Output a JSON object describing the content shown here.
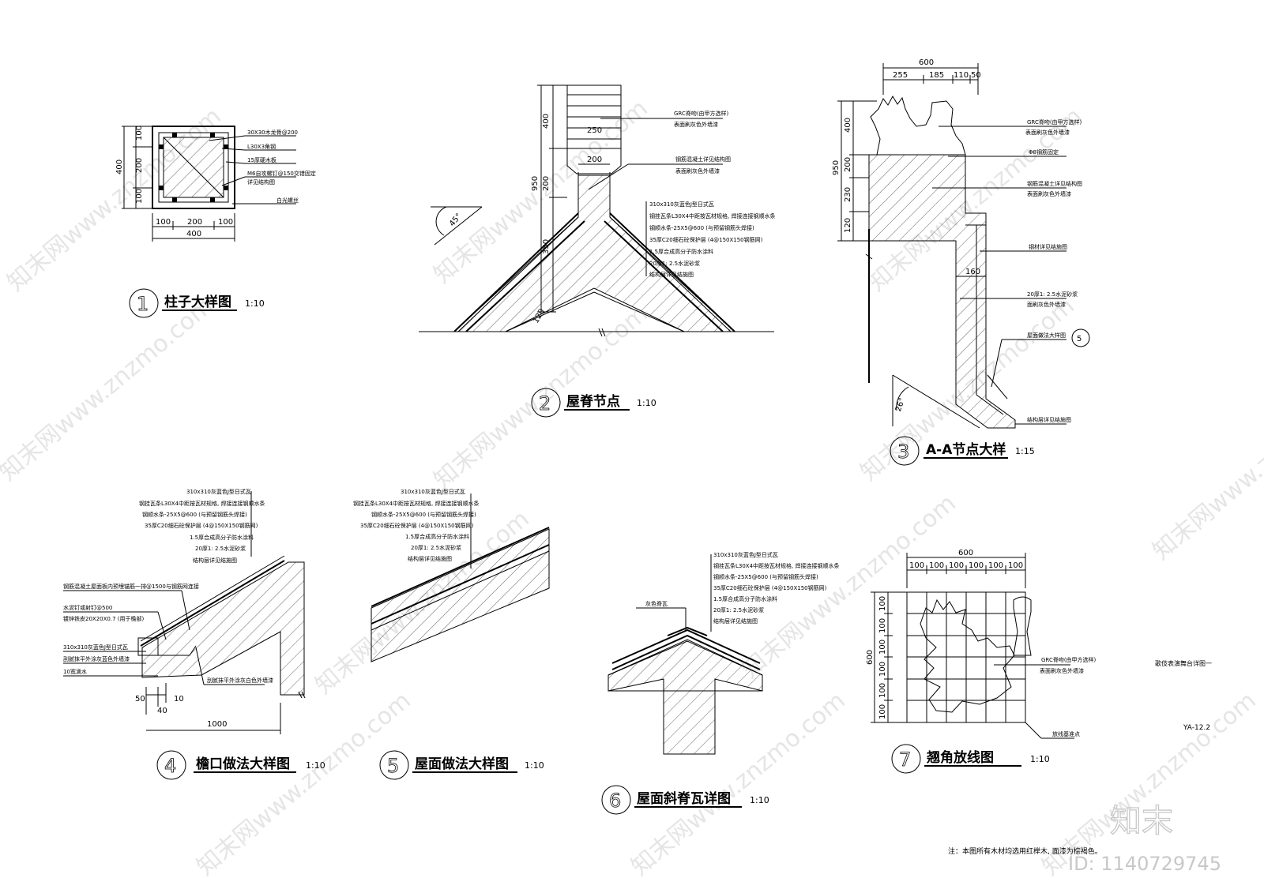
{
  "watermark": {
    "text": "知末网www.znzmo.com",
    "brand": "知末",
    "id": "ID: 1140729745"
  },
  "details": [
    {
      "num": "1",
      "title": "柱子大样图",
      "scale": "1:10"
    },
    {
      "num": "2",
      "title": "屋脊节点",
      "scale": "1:10"
    },
    {
      "num": "3",
      "title": "A-A节点大样",
      "scale": "1:15"
    },
    {
      "num": "4",
      "title": "檐口做法大样图",
      "scale": "1:10"
    },
    {
      "num": "5",
      "title": "屋面做法大样图",
      "scale": "1:10"
    },
    {
      "num": "6",
      "title": "屋面斜脊瓦详图",
      "scale": "1:10"
    },
    {
      "num": "7",
      "title": "翘角放线图",
      "scale": "1:10"
    }
  ],
  "d1": {
    "dims_v": [
      "100",
      "200",
      "100"
    ],
    "dims_h": [
      "100",
      "200",
      "100"
    ],
    "total_v": "400",
    "total_h": "400",
    "notes": [
      "30X30木龙骨@200",
      "L30X3角钢",
      "15厚硬木板",
      "M6自攻螺钉@150交错固定",
      "详见结构图",
      "白光螺丝"
    ]
  },
  "d2": {
    "dims_v": [
      "400",
      "200",
      "350"
    ],
    "total_v": "950",
    "dim_250": "250",
    "dim_200": "200",
    "dim_120": "120",
    "angle": "45°",
    "notes_top": [
      "GRC脊吻(由甲方选样)",
      "表面刷灰色外墙漆"
    ],
    "notes_mid": [
      "钢筋混凝土详见结构图",
      "表面刷灰色外墙漆"
    ],
    "layers": [
      "310x310灰蓝色J型日式瓦",
      "钢挂瓦条L30X4中距按瓦材规格, 焊接连接钢顺水条",
      "钢顺水条-25X5@600 (与预留钢筋头焊接)",
      "35厚C20细石砼保护层 (4@150X150钢筋网)",
      "1.5厚合成高分子防水涂料",
      "20厚1: 2.5水泥砂浆",
      "结构层详见结施图"
    ]
  },
  "d3": {
    "dim_top": "600",
    "dims_h": [
      "255",
      "185",
      "110",
      "50"
    ],
    "dims_v": [
      "400",
      "200",
      "230",
      "120"
    ],
    "total_v": "950",
    "dim_160": "160",
    "angle": "26°",
    "notes": [
      "GRC脊吻(由甲方选样)",
      "表面刷灰色外墙漆",
      "Φ8钢筋固定",
      "钢筋混凝土详见结构图",
      "表面刷灰色外墙漆",
      "钢材详见结施图",
      "20厚1: 2.5水泥砂浆",
      "面刷灰色外墙漆",
      "屋面做法大样图",
      "结构层详见结施图"
    ],
    "ref": "5"
  },
  "d4": {
    "layers": [
      "310x310灰蓝色J型日式瓦",
      "钢挂瓦条L30X4中距按瓦材规格, 焊接连接钢顺水条",
      "钢顺水条-25X5@600 (与预留钢筋头焊接)",
      "35厚C20细石砼保护层 (4@150X150钢筋网)",
      "1.5厚合成高分子防水涂料",
      "20厚1: 2.5水泥砂浆",
      "结构层详见结施图"
    ],
    "eave_notes": [
      "钢筋混凝土屋面板内预埋锚筋一排@1500与钢筋网连接",
      "水泥钉或射钉@500",
      "镀锌铁皮20X20X0.7 (用于檐部)",
      "310x310灰蓝色J型日式瓦",
      "刮腻抹平外涂灰蓝色外墙漆",
      "10宽滴水"
    ],
    "bottom_note": "刮腻抹平外涂灰白色外墙漆",
    "dims": [
      "50",
      "10",
      "40",
      "1000"
    ]
  },
  "d5": {
    "layers": [
      "310x310灰蓝色J型日式瓦",
      "钢挂瓦条L30X4中距按瓦材规格, 焊接连接钢顺水条",
      "钢顺水条-25X5@600 (与预留钢筋头焊接)",
      "35厚C20细石砼保护层 (4@150X150钢筋网)",
      "1.5厚合成高分子防水涂料",
      "20厚1: 2.5水泥砂浆",
      "结构层详见结施图"
    ]
  },
  "d6": {
    "layers": [
      "310x310灰蓝色J型日式瓦",
      "钢挂瓦条L30X4中距按瓦材规格, 焊接连接钢顺水条",
      "钢顺水条-25X5@600 (与预留钢筋头焊接)",
      "35厚C20细石砼保护层 (4@150X150钢筋网)",
      "1.5厚合成高分子防水涂料",
      "20厚1: 2.5水泥砂浆",
      "结构层详见结施图"
    ],
    "ridge_note": "灰色脊瓦"
  },
  "d7": {
    "dim_top": "600",
    "dims_h": [
      "100",
      "100",
      "100",
      "100",
      "100",
      "100"
    ],
    "dims_v": [
      "100",
      "100",
      "100",
      "100",
      "100",
      "100"
    ],
    "total_v": "600",
    "notes": [
      "GRC脊吻(由甲方选样)",
      "表面刷灰色外墙漆",
      "放线基准点"
    ]
  },
  "sheet": {
    "name": "歌伎表演舞台详图一",
    "code": "YA-12.2",
    "footnote": "注：本图所有木材均选用红榉木, 面漆为棕褐色。"
  }
}
